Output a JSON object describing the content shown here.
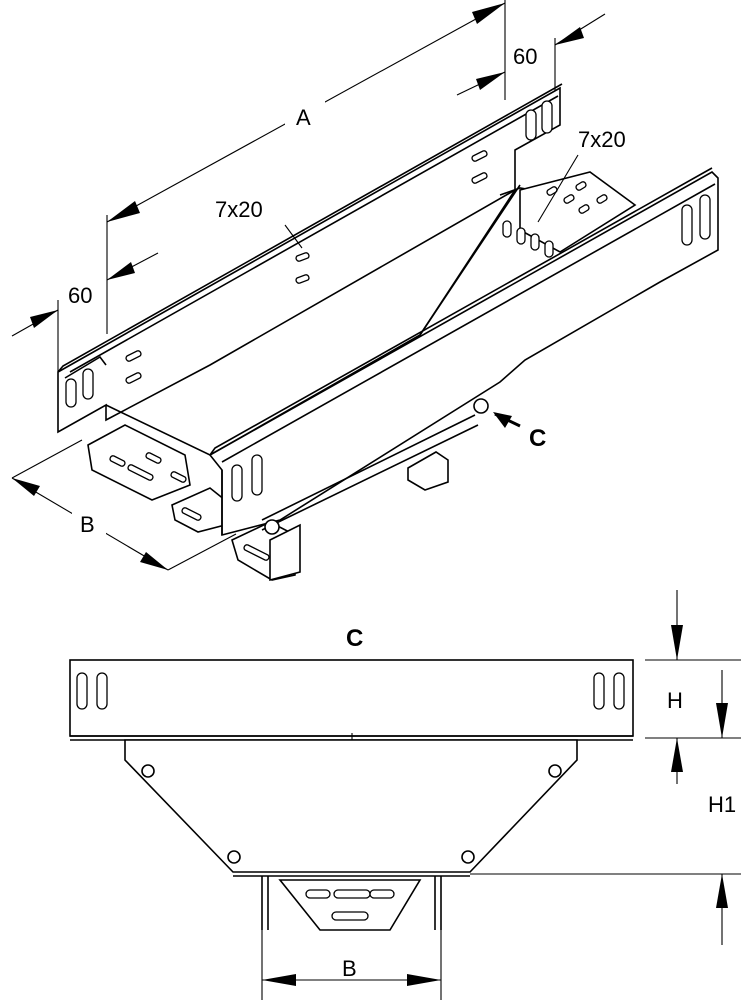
{
  "iso_view": {
    "dim_A": "A",
    "dim_60_top": "60",
    "dim_60_left": "60",
    "slot_label_1": "7x20",
    "slot_label_2": "7x20",
    "dim_B": "B",
    "view_marker": "C"
  },
  "side_view": {
    "title": "C",
    "dim_H": "H",
    "dim_H1": "H1",
    "dim_B": "B"
  }
}
